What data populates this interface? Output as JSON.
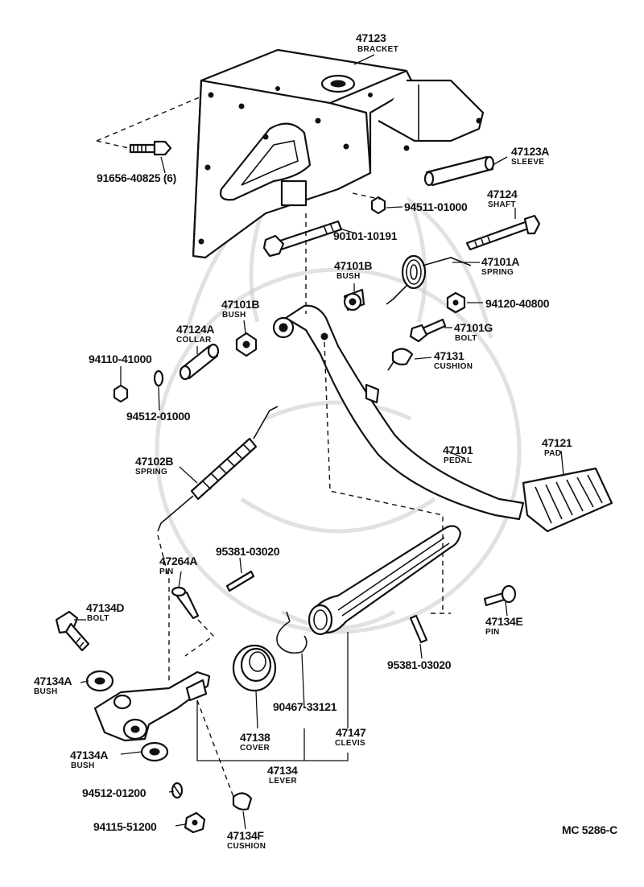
{
  "labels": {
    "p47123": {
      "num": "47123",
      "name": "BRACKET"
    },
    "p91656": {
      "num": "91656-40825 (6)"
    },
    "p47123A": {
      "num": "47123A",
      "name": "SLEEVE"
    },
    "p94511": {
      "num": "94511-01000"
    },
    "p47124": {
      "num": "47124",
      "name": "SHAFT"
    },
    "p90101": {
      "num": "90101-10191"
    },
    "p47101B_top": {
      "num": "47101B",
      "name": "BUSH"
    },
    "p47101A": {
      "num": "47101A",
      "name": "SPRING"
    },
    "p94120": {
      "num": "94120-40800"
    },
    "p47101B_mid": {
      "num": "47101B",
      "name": "BUSH"
    },
    "p47101G": {
      "num": "47101G",
      "name": "BOLT"
    },
    "p47124A": {
      "num": "47124A",
      "name": "COLLAR"
    },
    "p47131": {
      "num": "47131",
      "name": "CUSHION"
    },
    "p94110": {
      "num": "94110-41000"
    },
    "p94512_top": {
      "num": "94512-01000"
    },
    "p47101": {
      "num": "47101",
      "name": "PEDAL"
    },
    "p47121": {
      "num": "47121",
      "name": "PAD"
    },
    "p47102B": {
      "num": "47102B",
      "name": "SPRING"
    },
    "p47264A": {
      "num": "47264A",
      "name": "PIN"
    },
    "p95381_top": {
      "num": "95381-03020"
    },
    "p47134D": {
      "num": "47134D",
      "name": "BOLT"
    },
    "p47134E": {
      "num": "47134E",
      "name": "PIN"
    },
    "p95381_bot": {
      "num": "95381-03020"
    },
    "p47134A_top": {
      "num": "47134A",
      "name": "BUSH"
    },
    "p90467": {
      "num": "90467-33121"
    },
    "p47138": {
      "num": "47138",
      "name": "COVER"
    },
    "p47147": {
      "num": "47147",
      "name": "CLEVIS"
    },
    "p47134A_bot": {
      "num": "47134A",
      "name": "BUSH"
    },
    "p47134": {
      "num": "47134",
      "name": "LEVER"
    },
    "p94512_bot": {
      "num": "94512-01200"
    },
    "p94115": {
      "num": "94115-51200"
    },
    "p47134F": {
      "num": "47134F",
      "name": "CUSHION"
    }
  },
  "diagram_code": "MC 5286-C"
}
